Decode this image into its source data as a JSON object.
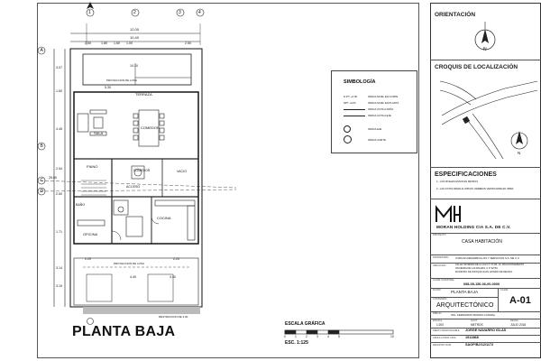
{
  "plan": {
    "title": "PLANTA BAJA",
    "scale_label": "ESCALA GRÁFICA",
    "scale_ratio": "ESC. 1:125",
    "scale_ticks": [
      "0",
      "1",
      "2",
      "3",
      "4",
      "5",
      "10"
    ],
    "north_letter": "N",
    "axis_numbers": [
      "1",
      "2",
      "3",
      "4"
    ],
    "axis_letters": [
      "A",
      "B",
      "C",
      "D"
    ],
    "dimensions_top": [
      "12.00",
      "10.40",
      "2.50",
      "1.80",
      "1.60",
      "1.00",
      "2.50"
    ],
    "dimensions_left": [
      "3.07",
      "1.60",
      "4.45",
      "2.54",
      "1.71",
      "3.14",
      "3.15"
    ],
    "dimensions_bottom": [
      "2.20",
      "2.20",
      "4.40",
      "4.40"
    ],
    "dim_inner": [
      "10.10",
      "5.30",
      "25.00",
      "2.50"
    ],
    "room_labels": {
      "terraza": "TERRAZA",
      "sala": "SALA",
      "comedor": "COMEDOR",
      "piano": "PIANO",
      "cocina": "COCINA",
      "oficina": "OFICINA",
      "acceso": "ACCESO",
      "vacio": "VACIO",
      "comedor_interior": "COMEDOR",
      "baño": "BAÑO",
      "proy_losa_top": "PROYECCION DE LOSA",
      "proy_losa_bottom": "PROYECCION DE LOSA",
      "restriccion": "RESTRICCION DE 3.00"
    }
  },
  "simbologia": {
    "title": "SIMBOLOGÍA",
    "items": [
      {
        "symbol": "N.P.T. +0.00",
        "text": "INDICA NIVEL EN CORTE"
      },
      {
        "symbol": "NPT +0.00",
        "text": "INDICA NIVEL EN PLANTA"
      },
      {
        "symbol": "",
        "text": "INDICA COTA A PAÑO"
      },
      {
        "symbol": "",
        "text": "INDICA COTA A EJE"
      },
      {
        "symbol": "",
        "text": "INDICA EJE"
      },
      {
        "symbol": "",
        "text": "INDICA CORTE"
      }
    ]
  },
  "titleblock": {
    "orientacion": "ORIENTACIÓN",
    "croquis": "CROQUIS DE LOCALIZACIÓN",
    "especificaciones": "ESPECIFICACIONES",
    "spec_lines": [
      "1.- LOS NIVELES ESTAN EN METROS",
      "2.- LAS COTAS RIGEN AL DIBUJO, DEBERAN VERIFICARSE EN OBRA"
    ],
    "company": "MORAN HOLDING CIA S.A. DE C.V.",
    "proyecto_label": "PROYECTO",
    "proyecto": "CASA HABITACIÓN",
    "propietario_label": "PROPIETARIO",
    "propietario": "CORCAN DESARROLLOS Y SERVICIOS S.A. DE C.V.",
    "ubicacion_label": "UBICACION",
    "ubicacion": [
      "CALLE HACIENDA DE LA LUZ LT. 37 MZ. 10, FRACCIONAMIENTO",
      "HACIENDA DE LAS PALMAS, C.P. 52763,",
      "MUNICIPIO DE HUIXQUILUCAN, ESTADO DE MEXICO."
    ],
    "clave_label": "CLAVE CATASTRAL",
    "clave": "098-05-150-06-00-0000",
    "plano_label": "PLANO",
    "plano": "PLANTA BAJA",
    "clave_plano_label": "CLAVE",
    "clave_plano": "A-01",
    "contenido_label": "CONTENIDO",
    "contenido": "ARQUITECTÓNICO",
    "dibujo_label": "DIBUJO",
    "dibujo": "ING. FERNANDO MORAN CANIZAL",
    "escala_label": "ESCALA",
    "escala": "1:200",
    "acot_label": "ACOT.",
    "acot": "METROS",
    "fecha_label": "FECHA",
    "fecha": "JULIO 2018",
    "perito_label": "PERITO RESPONSABLE",
    "perito": "JORGE NAVARRO ISLAS",
    "cedula_label": "CEDULA PROF. NUM",
    "cedula": "1912868",
    "registro_label": "REGISTRO NUM",
    "registro": "SAOP/BJ/12/1172"
  },
  "colors": {
    "line": "#222222",
    "faint": "#777777",
    "hatch": "#444444"
  }
}
